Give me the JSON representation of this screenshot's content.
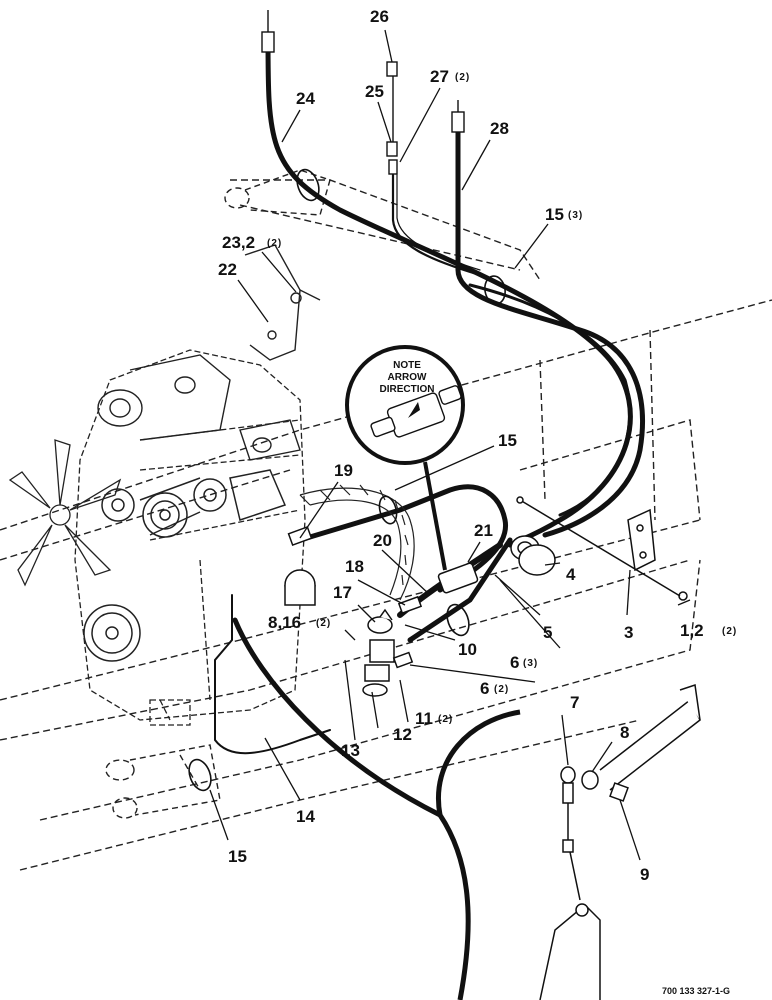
{
  "diagram": {
    "note": {
      "lines": [
        "NOTE",
        "ARROW",
        "DIRECTION"
      ]
    },
    "drawing_code": "700 133 327-1-G",
    "callouts": [
      {
        "id": "c26",
        "num": "26",
        "qty": ""
      },
      {
        "id": "c25",
        "num": "25",
        "qty": ""
      },
      {
        "id": "c27",
        "num": "27",
        "qty": "(2)"
      },
      {
        "id": "c24",
        "num": "24",
        "qty": ""
      },
      {
        "id": "c28",
        "num": "28",
        "qty": ""
      },
      {
        "id": "c15a",
        "num": "15",
        "qty": "(3)"
      },
      {
        "id": "c23",
        "num": "23,2",
        "qty": "(2)"
      },
      {
        "id": "c22",
        "num": "22",
        "qty": ""
      },
      {
        "id": "c15b",
        "num": "15",
        "qty": ""
      },
      {
        "id": "c19",
        "num": "19",
        "qty": ""
      },
      {
        "id": "c21",
        "num": "21",
        "qty": ""
      },
      {
        "id": "c20",
        "num": "20",
        "qty": ""
      },
      {
        "id": "c18",
        "num": "18",
        "qty": ""
      },
      {
        "id": "c4",
        "num": "4",
        "qty": ""
      },
      {
        "id": "c17",
        "num": "17",
        "qty": ""
      },
      {
        "id": "c5",
        "num": "5",
        "qty": ""
      },
      {
        "id": "c3",
        "num": "3",
        "qty": ""
      },
      {
        "id": "c12a",
        "num": "1,2",
        "qty": "(2)"
      },
      {
        "id": "c816",
        "num": "8,16",
        "qty": "(2)"
      },
      {
        "id": "c10",
        "num": "10",
        "qty": ""
      },
      {
        "id": "c6a",
        "num": "6",
        "qty": "(3)"
      },
      {
        "id": "c6b",
        "num": "6",
        "qty": "(2)"
      },
      {
        "id": "c11",
        "num": "11",
        "qty": "(2)"
      },
      {
        "id": "c12",
        "num": "12",
        "qty": ""
      },
      {
        "id": "c13",
        "num": "13",
        "qty": ""
      },
      {
        "id": "c7",
        "num": "7",
        "qty": ""
      },
      {
        "id": "c8",
        "num": "8",
        "qty": ""
      },
      {
        "id": "c14",
        "num": "14",
        "qty": ""
      },
      {
        "id": "c9",
        "num": "9",
        "qty": ""
      },
      {
        "id": "c15c",
        "num": "15",
        "qty": ""
      }
    ]
  }
}
